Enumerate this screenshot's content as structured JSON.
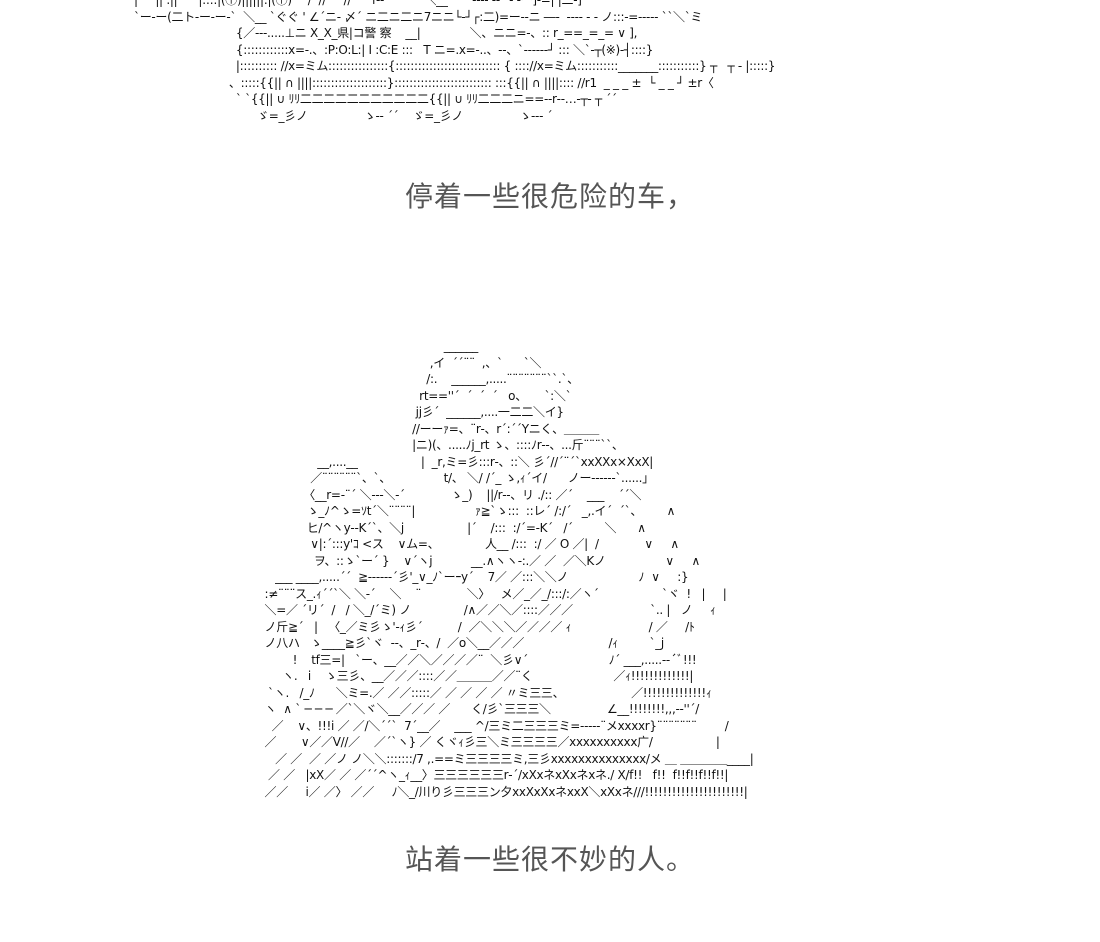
{
  "top_art": {
    "lines": [
      "|     || .||      |::::|(㊉)||||||:|(㊉)'''  /  //     //      r--  ` `  ``＼__       ---- -‐` ‐ ‐ー]‐=| |二‐]",
      "`ー‐ー(二ト‐ー‐ー‐`  ＼__ `ぐぐ ' ∠´ニ‐ 〆´ ニ二ニ二ニ7ニニ└‐┘┌:二)=ー‐‐ニ ―‐  ---- ‐ ‐ ノ:::‐=‐‐--‐ ``＼`ミ",
      "                             {／‐‐‐.....⊥ニ X_X_県|コ警 察    __|              ＼、ニニ=‐、:: r_==_=_= ∨ ],",
      "                             {::::::::::::x=‐.、:P:O:L:| I :C:E :::   T ニ=.x=‐..、‐‐、`‐‐‐‐‐‐┘ ::: ＼`‐┬(※)‐┤::::}",
      "                             |:::::::::: //x=ミム::::::::::::::::{:::::::::::::::::::::::::::: { :::://x=ミム:::::::::::_______:::::::::::} ┬   ┬ ‐ |:::::}",
      "                           、:::::{{|| ∩ ||||::::::::::::::::::::}:::::::::::::::::::::::::: :::{{|| ∩ ||||:::: //r1  _ _ _ ±  └ _ _ ┘ ±r〈",
      "                             ` `{{|| ∪ ﾘﾘ二二二二二二二二二二二{{|| ∪ ﾘﾘ二二二ニ==‐‐r‐‐…‐┬‐ ┬ ´´",
      "                                   ゞ=_彡ノ                ゝ‐‐ ´´    ゞ=_彡ノ                ゝ‐‐‐ ´"
    ],
    "caption": "停着一些很危险的车，"
  },
  "bottom_art": {
    "lines": [
      "                                                      ______",
      "                                                  ,イ  ´´¨¨  ,、`      `＼",
      "                                                 /:.    ______,.....¨¨¨¨¨¨¨``.`、",
      "                                               rt==''´  ´  ´  ´   o、     `:＼`",
      "                                              jj彡´  ______,....一二二＼イ}",
      "                                             //ーーｧ=、¨r‐、r´:´´Yニく、＿＿＿",
      "                                             |ニ)(、.....ﾉj_rt ゝ、::::ﾉr‐‐、...斤¨¨¨``、",
      "                  __,....__                  |  _r,ミ=彡:::r‐、::＼ 彡´//´¨´`xxXXx×XxX|",
      "                ／¨¨¨¨¨¨`、`、               t/、 ＼/ /´_ ゝ,ｨ´イ/      ノー‐‐‐‐‐‐`......」",
      "              〈__r=‐¨´ ＼‐‐‐＼‐´             ゝ_)    ||/r‐‐、リ ./:: ／´    ___    ´´＼",
      "               ゝ_ﾉ^ゝ=ｿt´＼¨¨¨¨|                 ｧ≧`ゝ:::  ::レ´ /:/´   _,.イ´  ´`、       ∧",
      "               ヒ/^ヽy‐‐K´`、＼j                  |´    /:::  :/´=‐K´   /´         ＼      ∧",
      "                ∨|:´:::y'ｺ <ス    ∨ム=、             人__ /:::  :/ ／ O ／|  /             ∨     ∧",
      "                 ヲ、::ゝ`ー´ }    ∨´ヽj           __.∧ヽヽ‐:.／ ／  ／＼Kノ                 ∨     ∧",
      "      ___ ____,.....´´  ≧‐‐‐‐‐‐´彡'_∨_ﾉ`ーｰy´    7／ ／:::＼＼ノ                    ﾉ  ∨     :}",
      "   :≠¨¨¨ス_.ｨ´´`＼ ＼‐´    ＼    ¨             ＼〉   メ／_／_/:::/:／ヽ´                  `ヾ  !   |     |",
      "   ＼=／ ´リ´  /   / ＼_/´ミ) ノ               /∧／／＼／::::／／／                      `.. |   ノ     ｨ",
      "   ノ斤≧´   |   〈_／ミ彡ゝ'‐ｨ彡´          /  ／＼＼＼／／／／ ｨ                      / ／     /ﾄ",
      "   ノ八ハ   ゝ____≧彡`ヾ  ‐‐、_r‐、/  ／o＼__／／／                        /ｨ         `_j",
      "           !    tf三=|   `ー、__／／＼／／／／¨  ＼彡∨´                       ﾉ´ ___,.....‐‐´ﾞ!!!",
      "        ヽ.   i    ゝ三彡、__／／／::::／／＿＿＿／／¨く                       ／ｨ!!!!!!!!!!!!!|",
      "    `ヽ.   /_ﾉ      ＼ミ=.／ ／／:::::／ ／ ／ ／ ／ 〃ミ三三、                   ／!!!!!!!!!!!!!!ｨ",
      "   ヽ  ∧ ` ─ ─ ─ ／`＼ヾ＼__／／／ ／      く/彡`三三三＼                ∠__!!!!!!!!,,,--''´/",
      "     ／    ∨、!!!i ／ ／/＼´´`  7´__／    ___ ^/三ミ二三三三ミ=‐‐‐‐‐¨メxxxxr}¨¨¨¨¨¨¨        /",
      "   ／       ∨／／V//／    ／´`ヽ} ／ くヾｨ彡三＼ミ三三三三／xxxxxxxxxx广/                  |",
      "      ／ ／  ／ ／ノ ノ＼＼:::::::/7 ,.==ミ三三三三ミ,三彡xxxxxxxxxxxxxx/メ ＿ ＿＿＿＿____|",
      "    ／ ／   |xX／ ／ ／´´^ヽ_ｨ__〉三三三三三三r‐´/xXxネxXxネxネ./ X/f!!   f!!  f!!f!!f!!f!!|",
      "   ／／     i／ ／〉 ／／     ﾉ＼_/川り彡三三三ン夕xxXxXxネxxX＼xXxネ///!!!!!!!!!!!!!!!!!!!!!!|"
    ],
    "caption": "站着一些很不妙的人。"
  }
}
